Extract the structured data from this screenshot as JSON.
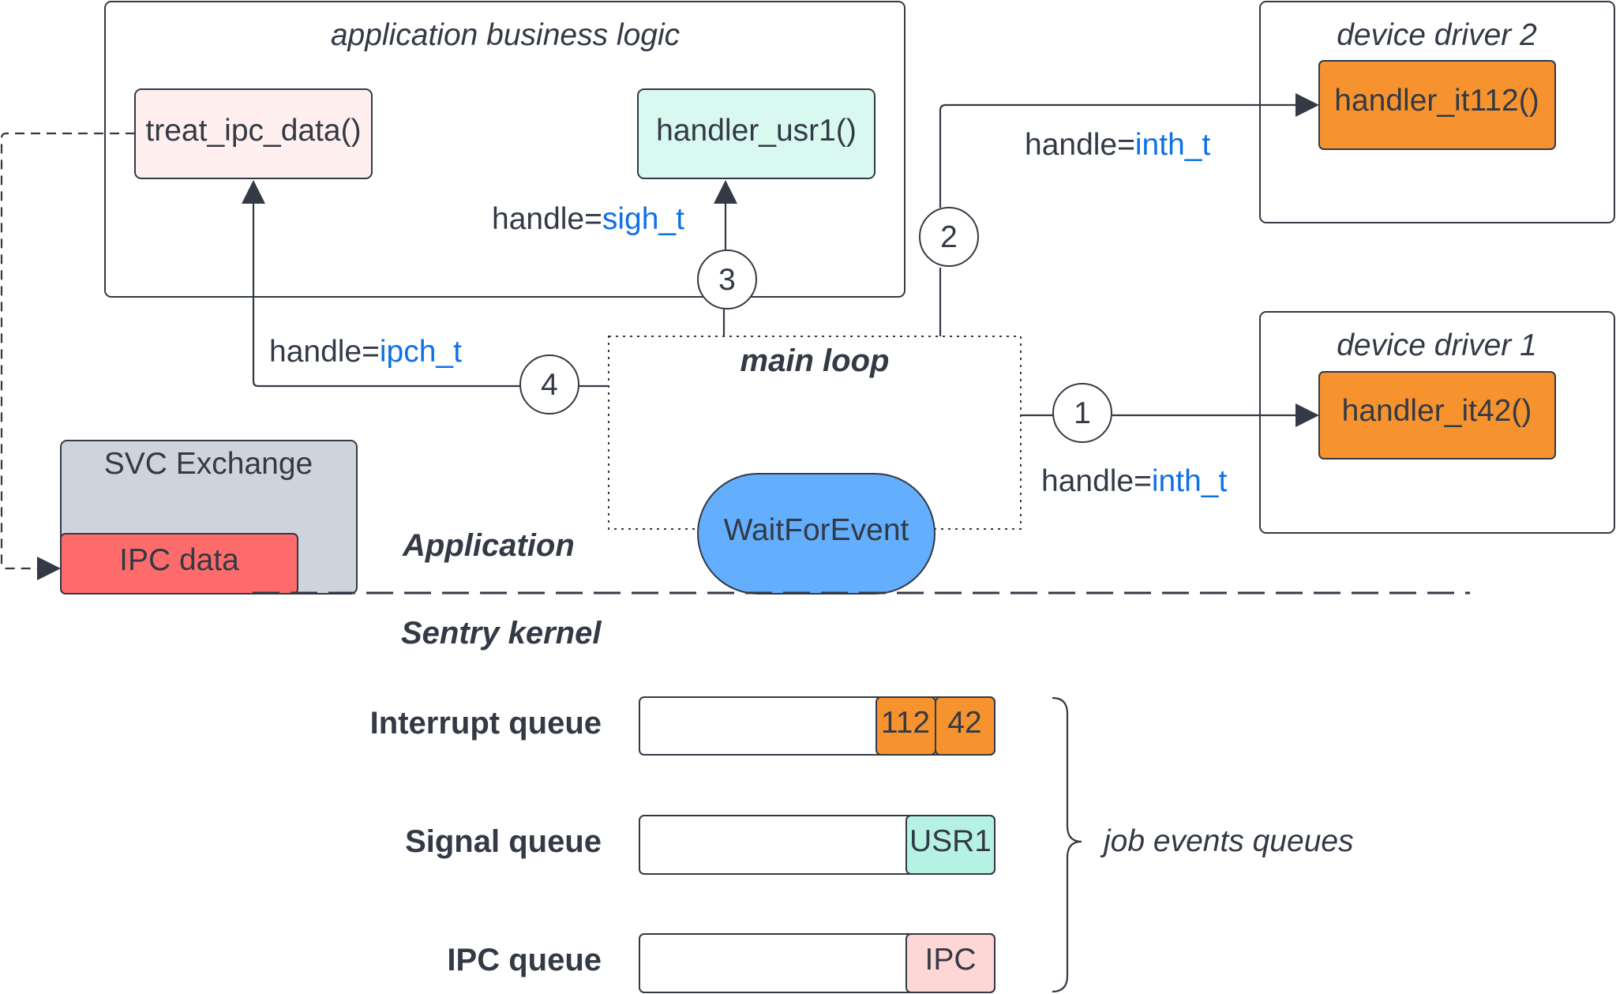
{
  "containers": {
    "business_logic": "application business logic",
    "driver2": "device driver 2",
    "driver1": "device driver 1",
    "main_loop": "main loop",
    "svc_exchange": "SVC Exchange"
  },
  "functions": {
    "treat_ipc": "treat_ipc_data()",
    "handler_usr1": "handler_usr1()",
    "handler_it112": "handler_it112()",
    "handler_it42": "handler_it42()",
    "wait_for_event": "WaitForEvent",
    "ipc_data": "IPC data"
  },
  "edges": {
    "e1": {
      "step": "1",
      "prefix": "handle=",
      "value": "inth_t"
    },
    "e2": {
      "step": "2",
      "prefix": "handle=",
      "value": "inth_t"
    },
    "e3": {
      "step": "3",
      "prefix": "handle=",
      "value": "sigh_t"
    },
    "e4": {
      "step": "4",
      "prefix": "handle=",
      "value": "ipch_t"
    }
  },
  "layers": {
    "application": "Application",
    "kernel": "Sentry kernel"
  },
  "queues": {
    "interrupt": {
      "label": "Interrupt queue",
      "items": [
        "112",
        "42"
      ]
    },
    "signal": {
      "label": "Signal queue",
      "items": [
        "USR1"
      ]
    },
    "ipc": {
      "label": "IPC queue",
      "items": [
        "IPC"
      ]
    }
  },
  "brace_label": "job events queues",
  "colors": {
    "text": "#333a45",
    "handle_value": "#1071e5",
    "orange": "#f7932f",
    "treat_fill": "#fff0ef",
    "usr1_fill": "#d9f8f0",
    "svc_fill": "#cfd4dc",
    "ipc_data_fill": "#fe6b6b",
    "wait_fill": "#63aefd",
    "usr1_queue_fill": "#b6f2e3",
    "ipc_queue_fill": "#ffd6d6"
  }
}
